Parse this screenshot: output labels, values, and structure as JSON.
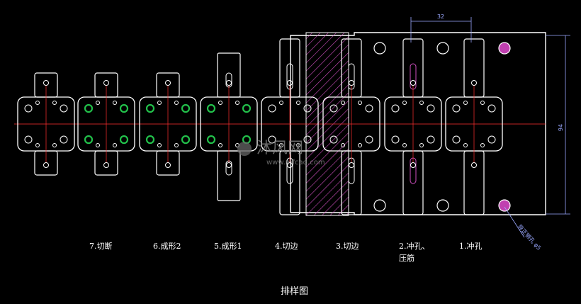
{
  "drawing": {
    "title": "排样图",
    "dimension_top": "32",
    "dimension_right": "94",
    "annotation_diag": "导正销孔 φ5",
    "watermark": "沐风网",
    "watermark_url": "www.mfcad.com"
  },
  "stations": [
    {
      "label": "7.切断"
    },
    {
      "label": "6.成形2"
    },
    {
      "label": "5.成形1"
    },
    {
      "label": "4.切边"
    },
    {
      "label": "3.切边"
    },
    {
      "label": "2.冲孔、",
      "label2": "压筋"
    },
    {
      "label": "1.冲孔"
    }
  ],
  "colors": {
    "outline": "#ffffff",
    "centerline": "#ff3030",
    "hole_accent": "#22c04a",
    "hatch": "#d050c0",
    "pilot_hole": "#c040b0",
    "dimension": "#9aa8ff"
  }
}
